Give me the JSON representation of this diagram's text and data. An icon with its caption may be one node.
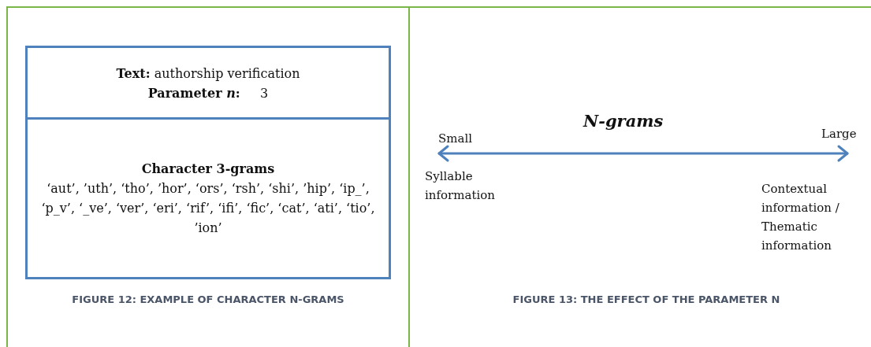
{
  "diagram": {
    "nodes": [
      {
        "text": [
          "**Text:** authorship verification",
          "**Parameter *n*:**     3"
        ]
      },
      {
        "text": [
          "Character 3-grams",
          "‘aut’, ’uth’, ‘tho’, ’hor’, ‘ors’, ‘rsh’, ‘shi’, ’hip’, ‘ip_’, ‘p_v’, ‘_ve’, ‘ver’, ‘eri’, ‘rif’, ‘ifi’, ‘fic’, ‘cat’, ‘ati’, ‘tio’, ’ion’"
        ]
      }
    ],
    "labels": [
      "FIGURE 12: EXAMPLE OF CHARACTER N-GRAMS",
      "N-grams",
      "Small",
      "Large",
      "Syllable information",
      "Contextual information / Thematic information",
      "FIGURE 13: THE EFFECT OF THE PARAMETER N"
    ]
  }
}
